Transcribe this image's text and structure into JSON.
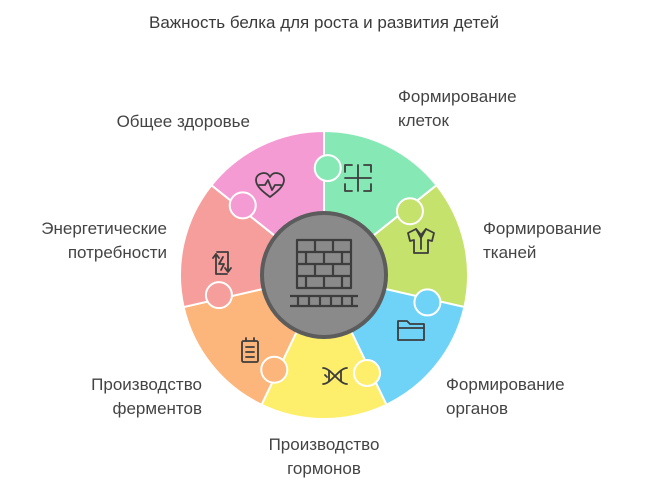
{
  "title": "Важность белка для роста и развития детей",
  "colors": {
    "cells": "#86e8b5",
    "tissues": "#c5e26c",
    "organs": "#6fd3f7",
    "hormones": "#fdef6b",
    "enzymes": "#fcb57a",
    "energy": "#f69e9b",
    "health": "#f59bd4",
    "center": "#8a8a8a",
    "center_rim": "#5c5c5c",
    "stroke": "#ffffff",
    "icon": "#3d3d3d"
  },
  "center": {
    "icon": "brick-wall-icon"
  },
  "segments": [
    {
      "id": "cells",
      "icon": "grid-frame-icon",
      "lines": [
        "Формирование",
        "клеток"
      ]
    },
    {
      "id": "tissues",
      "icon": "shirt-icon",
      "lines": [
        "Формирование",
        "тканей"
      ]
    },
    {
      "id": "organs",
      "icon": "folder-icon",
      "lines": [
        "Формирование",
        "органов"
      ]
    },
    {
      "id": "hormones",
      "icon": "dna-icon",
      "lines": [
        "Производство",
        "гормонов"
      ]
    },
    {
      "id": "enzymes",
      "icon": "battery-icon",
      "lines": [
        "Производство",
        "ферментов"
      ]
    },
    {
      "id": "energy",
      "icon": "energy-cycle-icon",
      "lines": [
        "Энергетические",
        "потребности"
      ]
    },
    {
      "id": "health",
      "icon": "heartbeat-icon",
      "lines": [
        "Общее здоровье"
      ]
    }
  ]
}
